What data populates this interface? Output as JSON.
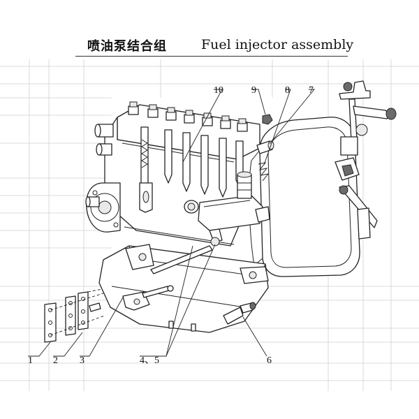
{
  "title": {
    "chinese": "喷油泵结合组",
    "english": "Fuel injector assembly"
  },
  "callouts": {
    "c1": "1",
    "c2": "2",
    "c3": "3",
    "c45": "4、5",
    "c6": "6",
    "c7": "7",
    "c8": "8",
    "c9": "9",
    "c10": "10"
  }
}
